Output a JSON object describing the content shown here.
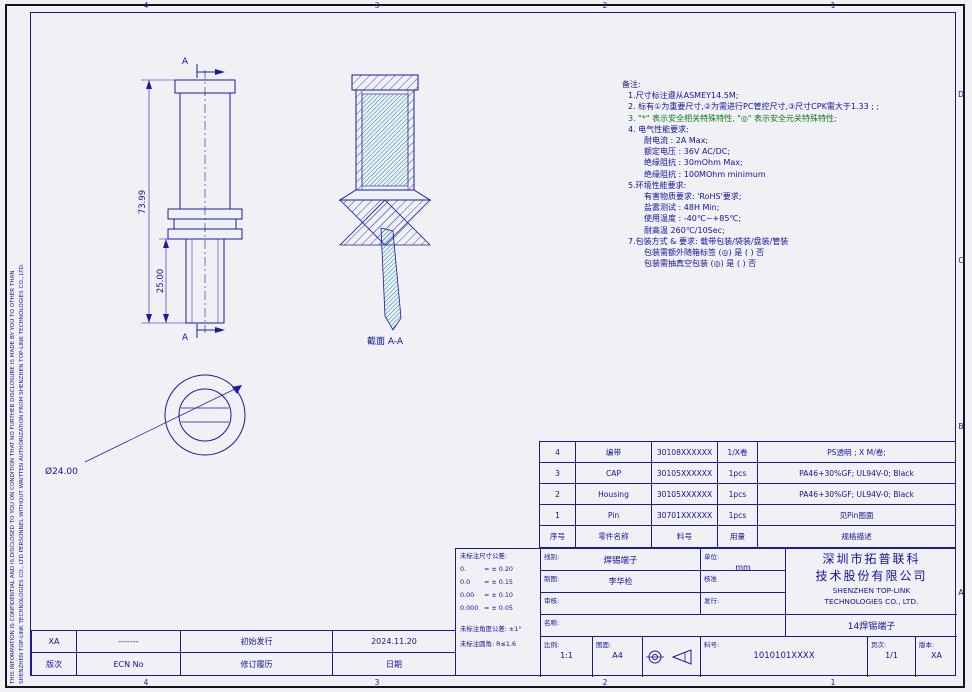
{
  "colors": {
    "bg": "#f1f0f5",
    "line": "#1b1b9e",
    "text": "#14149a",
    "green": "#0a7a1e",
    "teal": "#0d8fa8"
  },
  "frame": {
    "zone_numbers": [
      "4",
      "3",
      "2",
      "1"
    ],
    "zone_letters": [
      "D",
      "C",
      "B",
      "A"
    ]
  },
  "confidentiality": {
    "line1": "THIS INFORMATION IS CONFIDENTIAL AND IS DISCLOSED TO YOU ON CONDITION THAT NO FURTHER DISCLOSURE IS MADE BY YOU TO OTHER THAN",
    "line2": "SHENZHEN TOP-LINK TECHNOLOGIES CO., LTD  PERSONNEL WITHOUT WRITTEN AUTHORIZATION  FROM SHENZHEN TOP-LINK TECHNOLOGIES CO., LTD."
  },
  "drawing": {
    "section_marker": "A",
    "section_label": "截面 A-A",
    "dim_total_height": "73.99",
    "dim_lower_height": "25.00",
    "dim_diameter": "Ø24.00"
  },
  "notes": {
    "title": "备注:",
    "lines": [
      "1.尺寸标注遵从ASMEY14.5M;",
      "2. 标有①为重要尺寸,②为需进行PC管控尺寸,③尺寸CPK需大于1.33 ; ;",
      "3. \"*\" 表示安全相关特殊特性, \"◎\" 表示安全元关特殊特性;",
      "4. 电气性能要求:",
      "耐电流 : 2A Max;",
      "额定电压 : 36V AC/DC;",
      "绝缘阻抗 : 30mOhm Max;",
      "绝缘阻抗 : 100MOhm minimum",
      "5.环境性能要求:",
      "有害物质要求: 'RoHS'要求;",
      "盐雾测试 : 48H Min;",
      "使用温度 : -40℃~+85℃;",
      "耐高温 260℃/10Sec;",
      "7.包装方式 & 要求: 载带包装/袋装/盘装/管装",
      "包装需额外随箱标签 (◎) 是 (  ) 否",
      "包装需抽真空包装 (◎) 是 (  ) 否"
    ]
  },
  "bom": {
    "headers": {
      "no": "序号",
      "name": "零件名称",
      "pn": "料号",
      "qty": "用量",
      "spec": "规格描述"
    },
    "rows": [
      {
        "no": "4",
        "name": "编带",
        "pn": "30108XXXXXX",
        "qty": "1/X卷",
        "spec": "PS透明 ; X M/卷;"
      },
      {
        "no": "3",
        "name": "CAP",
        "pn": "30105XXXXXX",
        "qty": "1pcs",
        "spec": "PA46+30%GF; UL94V-0; Black"
      },
      {
        "no": "2",
        "name": "Housing",
        "pn": "30105XXXXXX",
        "qty": "1pcs",
        "spec": "PA46+30%GF; UL94V-0; Black"
      },
      {
        "no": "1",
        "name": "Pin",
        "pn": "30701XXXXXX",
        "qty": "1pcs",
        "spec": "见Pin图面"
      }
    ]
  },
  "tolerance": {
    "title": "未标注尺寸公差:",
    "rows": [
      {
        "k": "0.",
        "v": "= ± 0.20"
      },
      {
        "k": "0.0",
        "v": "= ± 0.15"
      },
      {
        "k": "0.00",
        "v": "= ± 0.10"
      },
      {
        "k": "0.000",
        "v": "= ± 0.05"
      }
    ],
    "angle": "未标注角度公差: ±1°",
    "radius": "未标注圆角: R≤1.6"
  },
  "title_block": {
    "line_label": "线别:",
    "line_value": "焊锡端子",
    "unit_label": "单位:",
    "unit_value": "mm",
    "draft_label": "制图:",
    "draft_value": "李华检",
    "approve_label": "核准",
    "review_label": "审核:",
    "issue_label": "发行:",
    "name_label": "名称:",
    "name_value": "14焊锡端子",
    "company_cn_1": "深圳市拓普联科",
    "company_cn_2": "技术股份有限公司",
    "company_en_1": "SHENZHEN TOP-LINK",
    "company_en_2": "TECHNOLOGIES CO., LTD.",
    "scale_label": "比例:",
    "scale_value": "1:1",
    "sheet_label": "图面:",
    "sheet_value": "A4",
    "part_no_label": "料号:",
    "part_no_value": "1010101XXXX",
    "page_label": "页次:",
    "page_value": "1/1",
    "rev_label": "版本:",
    "rev_value": "XA"
  },
  "revision": {
    "headers": {
      "rev": "版次",
      "ecn": "ECN No",
      "desc": "修订履历",
      "date": "日期"
    },
    "rows": [
      {
        "rev": "XA",
        "ecn": "-------",
        "desc": "初始发行",
        "date": "2024.11.20"
      }
    ]
  }
}
